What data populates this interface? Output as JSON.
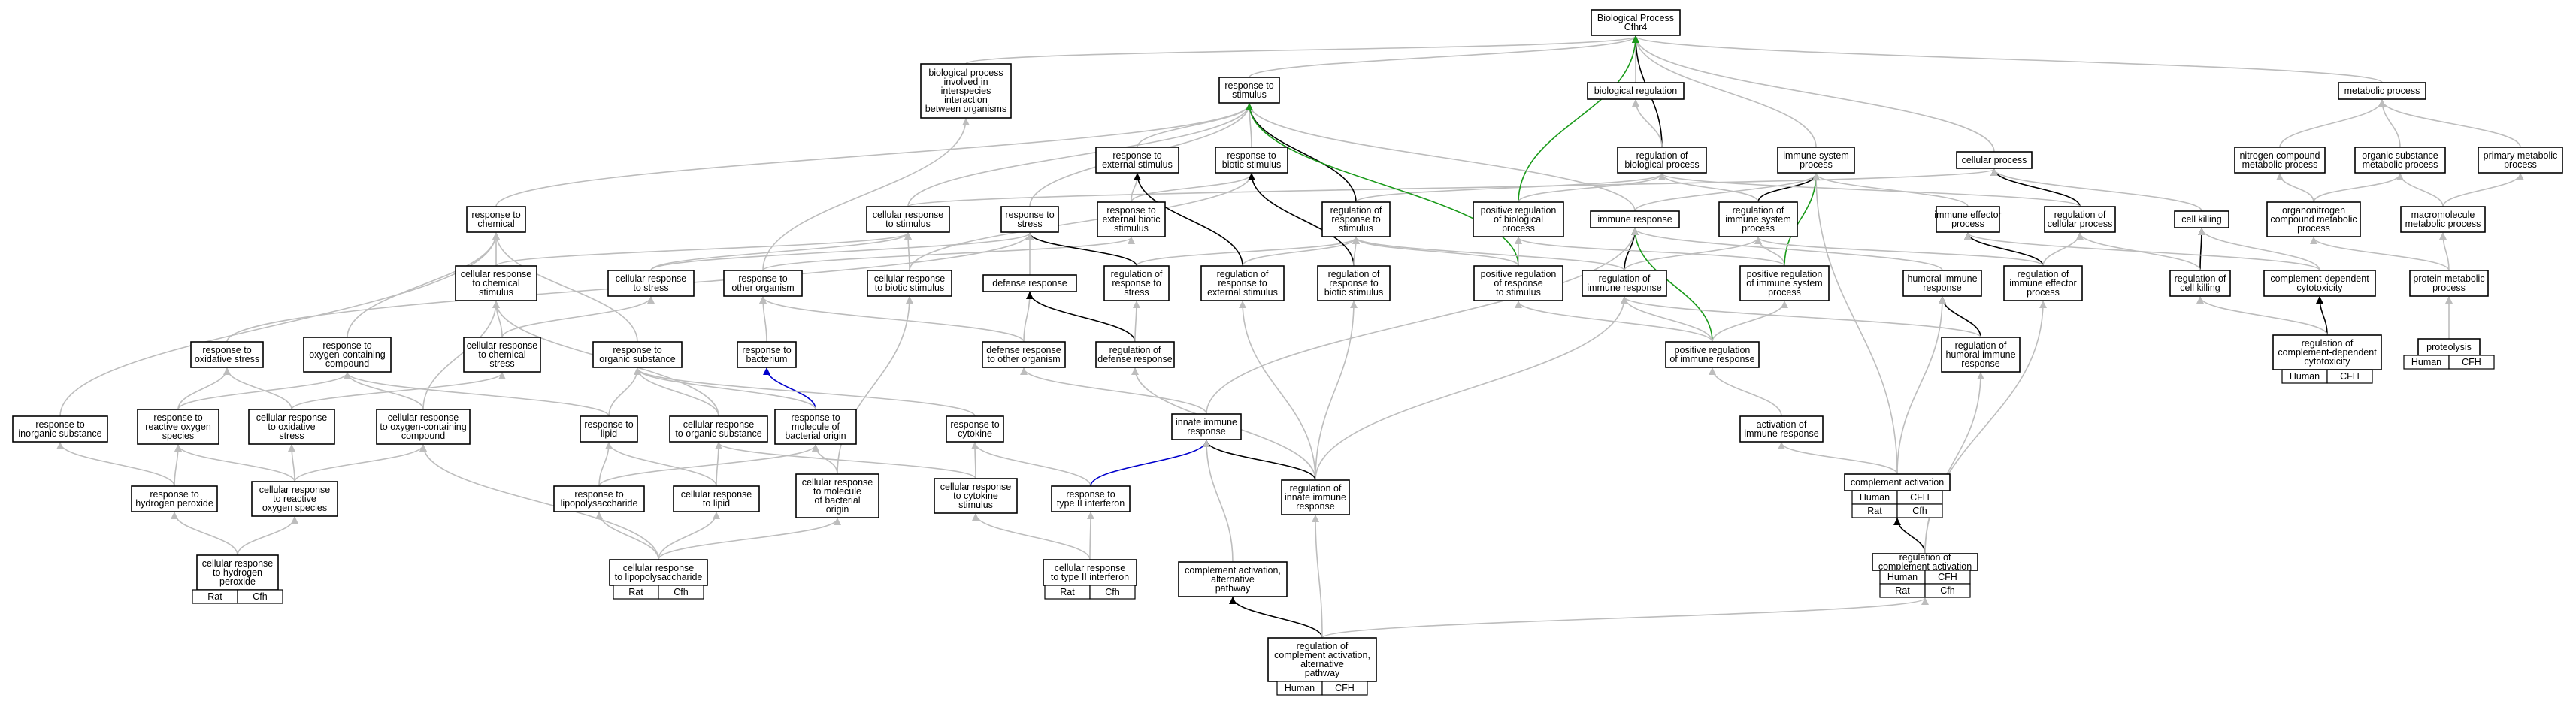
{
  "colors": {
    "is_a": "#bdbdbd",
    "regulates": "#000000",
    "positively_regulates": "#1a9a1a",
    "part_of": "#0000cc",
    "human": "#f0604a",
    "rat": "#f5cc00"
  },
  "nodes": {
    "bp": [
      "Biological Process",
      "Cfhr4"
    ],
    "rs": [
      "response to",
      "stimulus"
    ],
    "bpi": [
      "biological process",
      "involved in",
      "interspecies",
      "interaction",
      "between organisms"
    ],
    "br": [
      "biological regulation"
    ],
    "mp": [
      "metabolic process"
    ],
    "res": [
      "response to",
      "external stimulus"
    ],
    "rbs": [
      "response to",
      "biotic stimulus"
    ],
    "rbp": [
      "regulation of",
      "biological process"
    ],
    "isp": [
      "immune system",
      "process"
    ],
    "cp": [
      "cellular process"
    ],
    "ncm": [
      "nitrogen compound",
      "metabolic process"
    ],
    "osm": [
      "organic substance",
      "metabolic process"
    ],
    "pmp": [
      "primary metabolic",
      "process"
    ],
    "rch": [
      "response to",
      "chemical"
    ],
    "crs": [
      "cellular response",
      "to stimulus"
    ],
    "rst": [
      "response to",
      "stress"
    ],
    "rebs": [
      "response to",
      "external biotic",
      "stimulus"
    ],
    "rrs": [
      "regulation of",
      "response to",
      "stimulus"
    ],
    "prbp": [
      "positive regulation",
      "of biological",
      "process"
    ],
    "ir": [
      "immune response"
    ],
    "risp": [
      "regulation of",
      "immune system",
      "process"
    ],
    "iep": [
      "immune effector",
      "process"
    ],
    "rcp": [
      "regulation of",
      "cellular process"
    ],
    "ck": [
      "cell killing"
    ],
    "ocm": [
      "organonitrogen",
      "compound metabolic",
      "process"
    ],
    "mmp": [
      "macromolecule",
      "metabolic process"
    ],
    "ccs": [
      "cellular response",
      "to chemical",
      "stimulus"
    ],
    "crst": [
      "cellular response",
      "to stress"
    ],
    "roo": [
      "response to",
      "other organism"
    ],
    "crbs": [
      "cellular response",
      "to biotic stimulus"
    ],
    "dr": [
      "defense response"
    ],
    "rrst": [
      "regulation of",
      "response to",
      "stress"
    ],
    "rres": [
      "regulation of",
      "response to",
      "external stimulus"
    ],
    "rrbs": [
      "regulation of",
      "response to",
      "biotic stimulus"
    ],
    "prrs": [
      "positive regulation",
      "of response",
      "to stimulus"
    ],
    "rir": [
      "regulation of",
      "immune response"
    ],
    "prisp": [
      "positive regulation",
      "of immune system",
      "process"
    ],
    "hir": [
      "humoral immune",
      "response"
    ],
    "riep": [
      "regulation of",
      "immune effector",
      "process"
    ],
    "rck": [
      "regulation of",
      "cell killing"
    ],
    "cdc": [
      "complement-dependent",
      "cytotoxicity"
    ],
    "pmpr": [
      "protein metabolic",
      "process"
    ],
    "ros": [
      "response to",
      "oxidative stress"
    ],
    "roc": [
      "response to",
      "oxygen-containing",
      "compound"
    ],
    "ccst": [
      "cellular response",
      "to chemical",
      "stress"
    ],
    "ros2": [
      "response to",
      "organic substance"
    ],
    "rbac": [
      "response to",
      "bacterium"
    ],
    "droo": [
      "defense response",
      "to other organism"
    ],
    "rdr": [
      "regulation of",
      "defense response"
    ],
    "prir": [
      "positive regulation",
      "of immune response"
    ],
    "rhir": [
      "regulation of",
      "humoral immune",
      "response"
    ],
    "rcdc": [
      "regulation of",
      "complement-dependent",
      "cytotoxicity"
    ],
    "prot": [
      "proteolysis"
    ],
    "ris": [
      "response to",
      "inorganic substance"
    ],
    "rrox": [
      "response to",
      "reactive oxygen",
      "species"
    ],
    "cros": [
      "cellular response",
      "to oxidative",
      "stress"
    ],
    "croc": [
      "cellular response",
      "to oxygen-containing",
      "compound"
    ],
    "rlip": [
      "response to",
      "lipid"
    ],
    "cros2": [
      "cellular response",
      "to organic substance"
    ],
    "rmbo": [
      "response to",
      "molecule of",
      "bacterial origin"
    ],
    "rcyt": [
      "response to",
      "cytokine"
    ],
    "inn": [
      "innate immune",
      "response"
    ],
    "air": [
      "activation of",
      "immune response"
    ],
    "rhp": [
      "response to",
      "hydrogen peroxide"
    ],
    "crrox": [
      "cellular response",
      "to reactive",
      "oxygen species"
    ],
    "rlps": [
      "response to",
      "lipopolysaccharide"
    ],
    "crlip": [
      "cellular response",
      "to lipid"
    ],
    "crmbo": [
      "cellular response",
      "to molecule",
      "of bacterial",
      "origin"
    ],
    "crcs": [
      "cellular response",
      "to cytokine",
      "stimulus"
    ],
    "rt2": [
      "response to",
      "type II interferon"
    ],
    "rinn": [
      "regulation of",
      "innate immune",
      "response"
    ],
    "ca": [
      "complement activation"
    ],
    "crhp": [
      "cellular response",
      "to hydrogen",
      "peroxide"
    ],
    "crlps": [
      "cellular response",
      "to lipopolysaccharide"
    ],
    "crt2": [
      "cellular response",
      "to type II interferon"
    ],
    "caap": [
      "complement activation,",
      "alternative",
      "pathway"
    ],
    "rca": [
      "regulation of",
      "complement activation"
    ],
    "rcaap": [
      "regulation of",
      "complement activation,",
      "alternative",
      "pathway"
    ]
  },
  "annotations": {
    "rcdc": [
      [
        "Human",
        "CFH"
      ]
    ],
    "prot": [
      [
        "Human",
        "CFH"
      ]
    ],
    "ca": [
      [
        "Human",
        "CFH"
      ],
      [
        "Rat",
        "Cfh"
      ]
    ],
    "rca": [
      [
        "Human",
        "CFH"
      ],
      [
        "Rat",
        "Cfh"
      ]
    ],
    "crhp": [
      [
        "Rat",
        "Cfh"
      ]
    ],
    "crlps": [
      [
        "Rat",
        "Cfh"
      ]
    ],
    "crt2": [
      [
        "Rat",
        "Cfh"
      ]
    ],
    "rcaap": [
      [
        "Human",
        "CFH"
      ]
    ]
  }
}
